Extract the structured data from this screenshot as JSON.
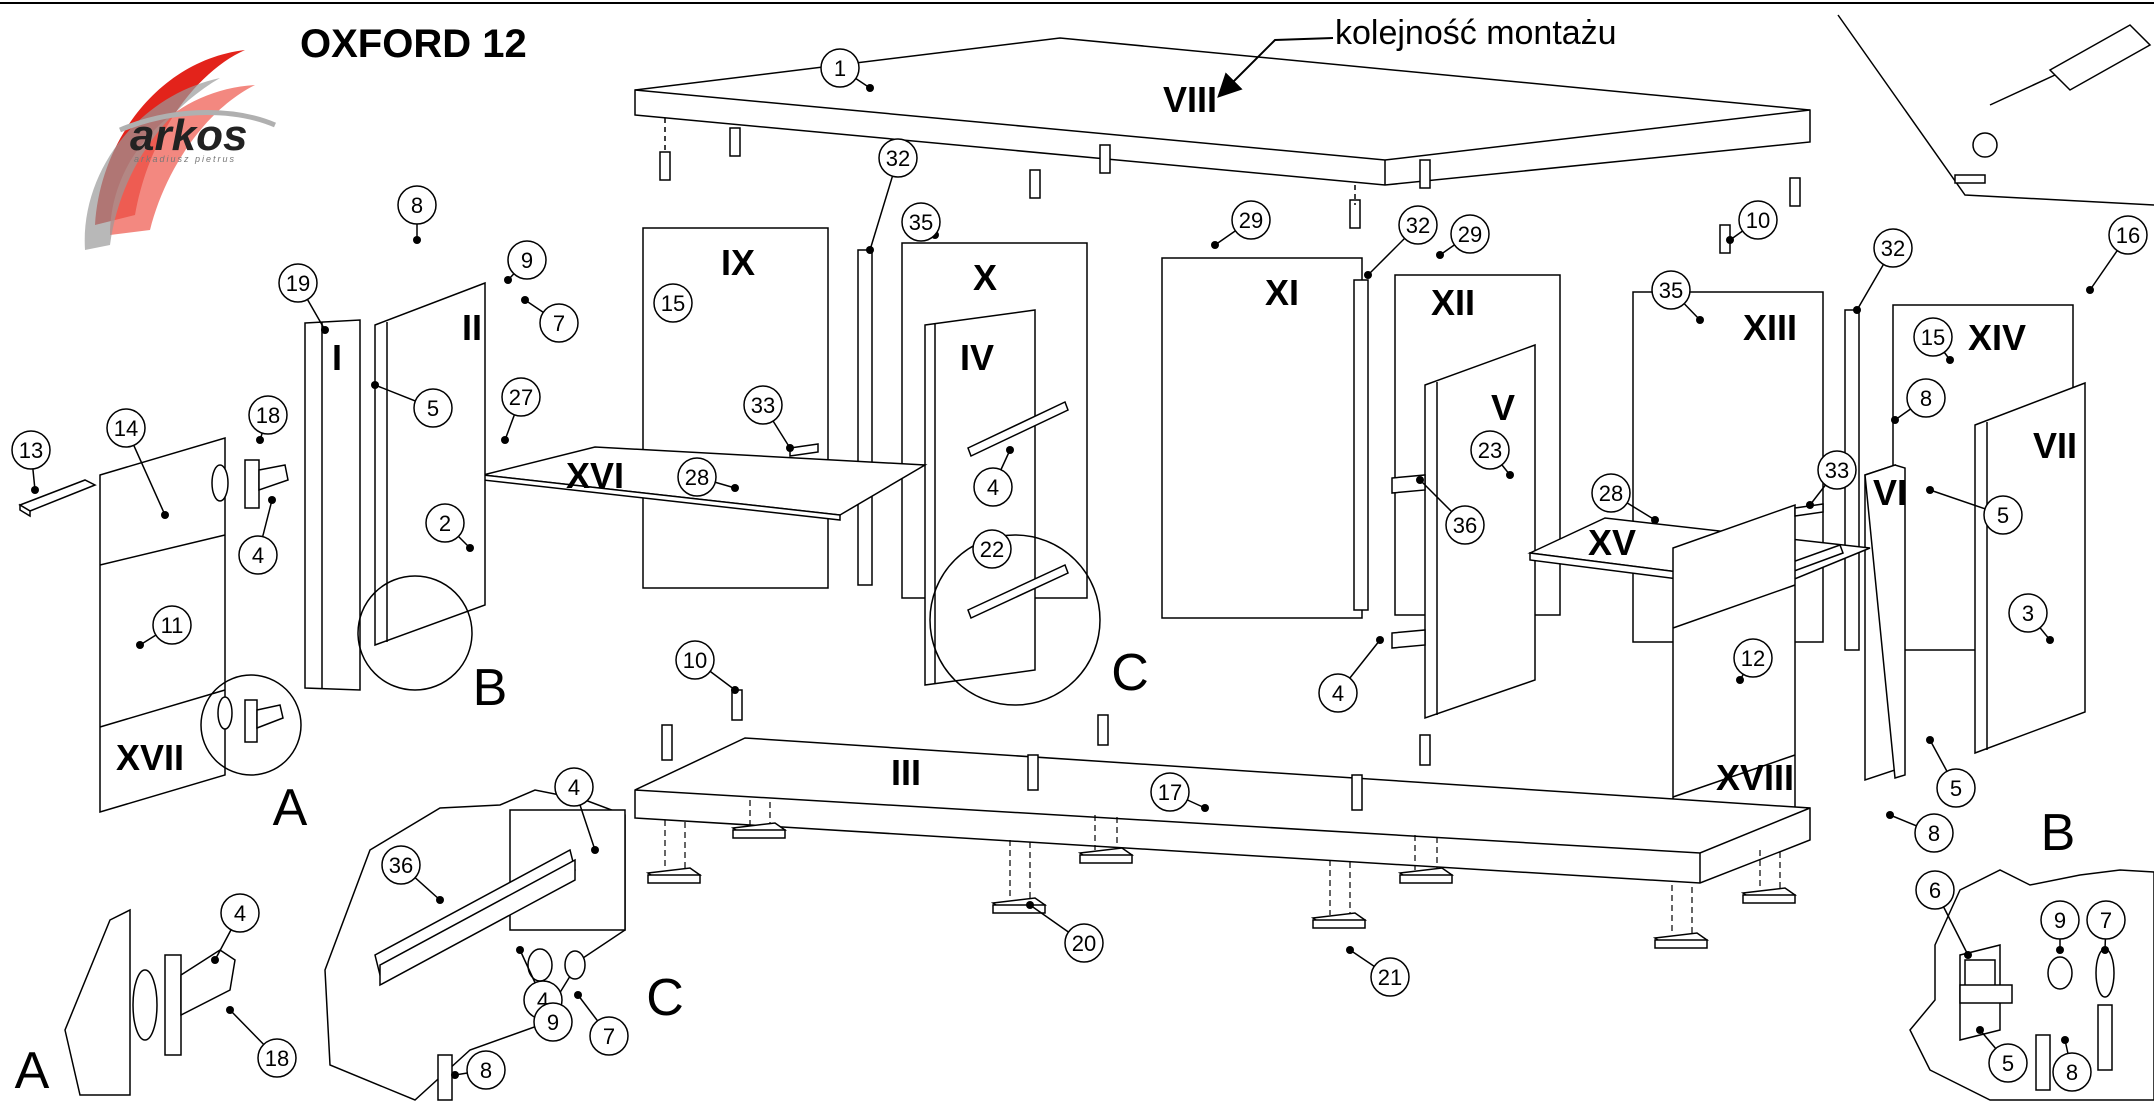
{
  "title": "OXFORD 12",
  "annotation": "kolejność montażu",
  "logo": {
    "brand": "arkos",
    "tagline": "arkadiusz pietrus"
  },
  "colors": {
    "line": "#000000",
    "logo_red": "#e3231b",
    "logo_grey": "#8a8a8a"
  },
  "panel_labels": [
    "VIII",
    "IX",
    "X",
    "XI",
    "XII",
    "XIII",
    "XIV",
    "I",
    "II",
    "IV",
    "V",
    "VI",
    "VII",
    "XV",
    "XVI",
    "XVII",
    "XVIII",
    "III"
  ],
  "part_numbers": [
    "1",
    "2",
    "3",
    "4",
    "5",
    "6",
    "7",
    "8",
    "9",
    "10",
    "11",
    "12",
    "13",
    "14",
    "15",
    "16",
    "17",
    "18",
    "19",
    "20",
    "21",
    "22",
    "23",
    "27",
    "28",
    "29",
    "32",
    "33",
    "35",
    "36"
  ],
  "detail_letters": [
    "A",
    "B",
    "C"
  ]
}
